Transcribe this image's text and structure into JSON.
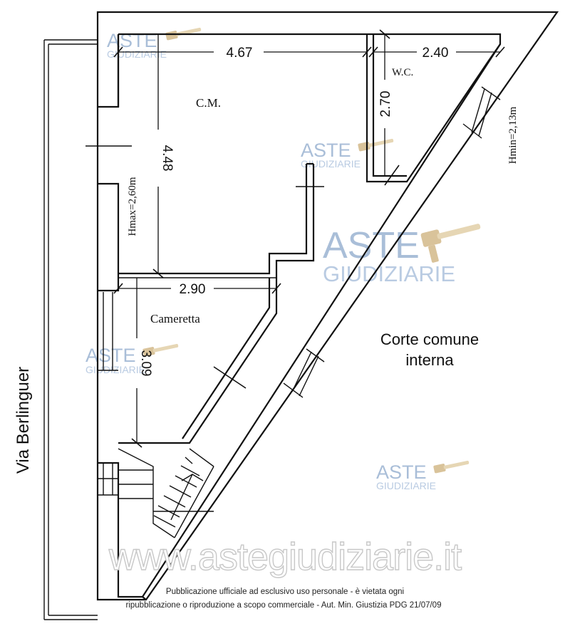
{
  "rooms": {
    "cm": "C.M.",
    "wc": "W.C.",
    "cameretta": "Cameretta",
    "corte_line1": "Corte comune",
    "corte_line2": "interna"
  },
  "street": "Via Berlinguer",
  "heights": {
    "hmax": "Hmax=2,60m",
    "hmin": "Hmin=2,13m"
  },
  "dimensions": {
    "cm_width": "4.67",
    "wc_width": "2.40",
    "wc_height": "2.70",
    "cm_height": "4.48",
    "cameretta_width": "2.90",
    "cameretta_height": "3.09"
  },
  "watermark": {
    "brand_top": "ASTE",
    "brand_bottom": "GIUDIZIARIE",
    "url": "www.astegiudiziarie.it"
  },
  "notice": {
    "line1": "Pubblicazione ufficiale ad esclusivo uso personale - è vietata ogni",
    "line2": "ripubblicazione o riproduzione a scopo commerciale - Aut. Min. Giustizia PDG 21/07/09"
  }
}
